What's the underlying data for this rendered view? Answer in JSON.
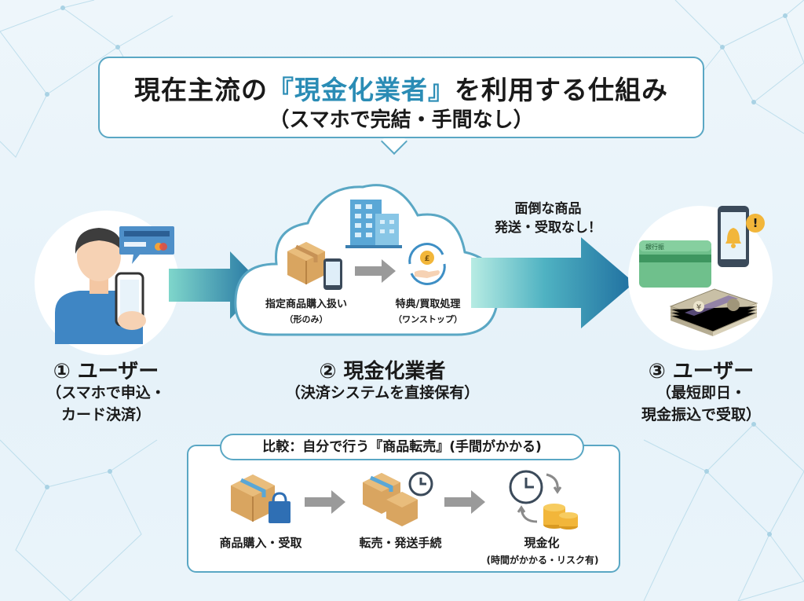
{
  "title": {
    "pre": "現在主流の",
    "highlight": "『現金化業者』",
    "post": "を利用する仕組み",
    "subtitle": "（スマホで完結・手間なし）"
  },
  "arrow_note": [
    "面倒な商品",
    "発送・受取なし！"
  ],
  "cloud": {
    "step1": "指定商品購入扱い",
    "step1_note": "（形のみ）",
    "step2": "特典/買取処理",
    "step2_note": "（ワンストップ）"
  },
  "actors": [
    {
      "title": "① ユーザー",
      "lines": [
        "（スマホで申込・",
        "カード決済）"
      ]
    },
    {
      "title": "② 現金化業者",
      "lines": [
        "（決済システムを直接保有）"
      ]
    },
    {
      "title": "③ ユーザー",
      "lines": [
        "（最短即日・",
        "現金振込で受取）"
      ]
    }
  ],
  "bank_card_label": "銀行振",
  "compare": {
    "title": "比較：自分で行う『商品転売』(手間がかかる)",
    "steps": [
      {
        "label": "商品購入・受取"
      },
      {
        "label": "転売・発送手続"
      },
      {
        "label": "現金化",
        "note": "(時間がかかる・リスク有)"
      }
    ]
  },
  "colors": {
    "accent": "#2a8cb5",
    "border": "#5aa7c4",
    "arrow_dark": "#1f6fa0",
    "arrow_light": "#6fd0c8"
  },
  "icons": [
    "user-phone-icon",
    "credit-card-icon",
    "building-icon",
    "box-icon",
    "phone-icon",
    "exchange-coin-icon",
    "bank-card-icon",
    "notification-phone-icon",
    "cash-stack-icon",
    "shopping-bag-icon",
    "clock-icon",
    "coins-icon"
  ]
}
